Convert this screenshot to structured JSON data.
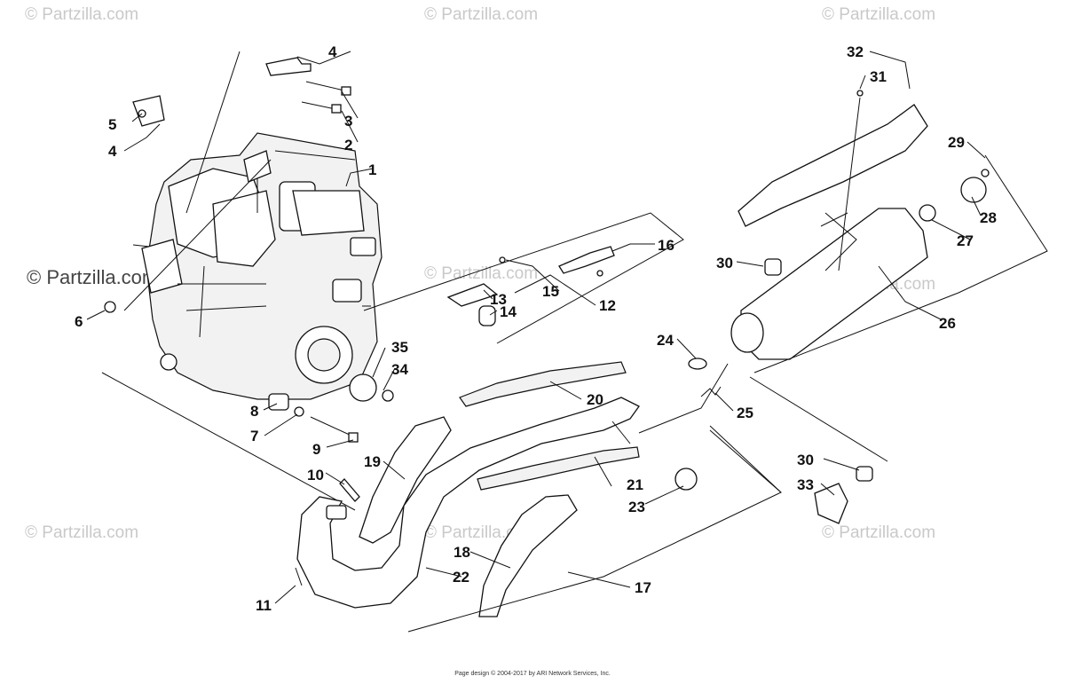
{
  "watermarks": {
    "text": "© Partzilla.com",
    "emphasized_text": "© Partzilla.com"
  },
  "footer": "Page design © 2004-2017 by ARI Network Services, Inc.",
  "callouts": [
    "1",
    "2",
    "3",
    "4",
    "4",
    "5",
    "6",
    "7",
    "8",
    "9",
    "10",
    "11",
    "12",
    "13",
    "14",
    "15",
    "16",
    "17",
    "18",
    "19",
    "20",
    "21",
    "22",
    "23",
    "24",
    "25",
    "26",
    "27",
    "28",
    "29",
    "30",
    "30",
    "31",
    "32",
    "33",
    "34",
    "35"
  ],
  "colors": {
    "line": "#111111",
    "watermark": "#c9c9c9"
  }
}
